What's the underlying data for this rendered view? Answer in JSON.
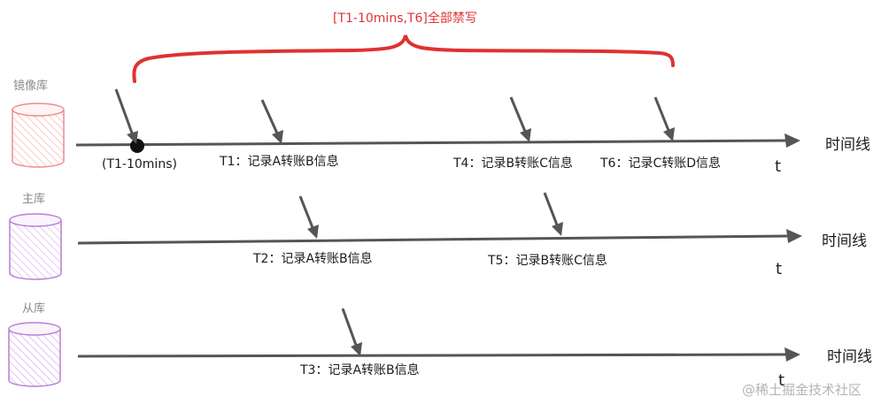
{
  "title": "[T1-10mins,T6]全部禁写",
  "colors": {
    "axis": "#555555",
    "arrow": "#555555",
    "brace": "#e03131",
    "mirror_db": "#ef8b8b",
    "primary_db": "#b97fd6",
    "replica_db": "#b97fd6"
  },
  "rows": [
    {
      "db_label": "镜像库",
      "axis_label": "时间线",
      "axis_unit": "t",
      "events": [
        {
          "label": "(T1-10mins)"
        },
        {
          "label": "T1：记录A转账B信息"
        },
        {
          "label": "T4：记录B转账C信息"
        },
        {
          "label": "T6：记录C转账D信息"
        }
      ]
    },
    {
      "db_label": "主库",
      "axis_label": "时间线",
      "axis_unit": "t",
      "events": [
        {
          "label": "T2：记录A转账B信息"
        },
        {
          "label": "T5：记录B转账C信息"
        }
      ]
    },
    {
      "db_label": "从库",
      "axis_label": "时间线",
      "axis_unit": "t",
      "events": [
        {
          "label": "T3：记录A转账B信息"
        }
      ]
    }
  ],
  "watermark": "@稀土掘金技术社区"
}
